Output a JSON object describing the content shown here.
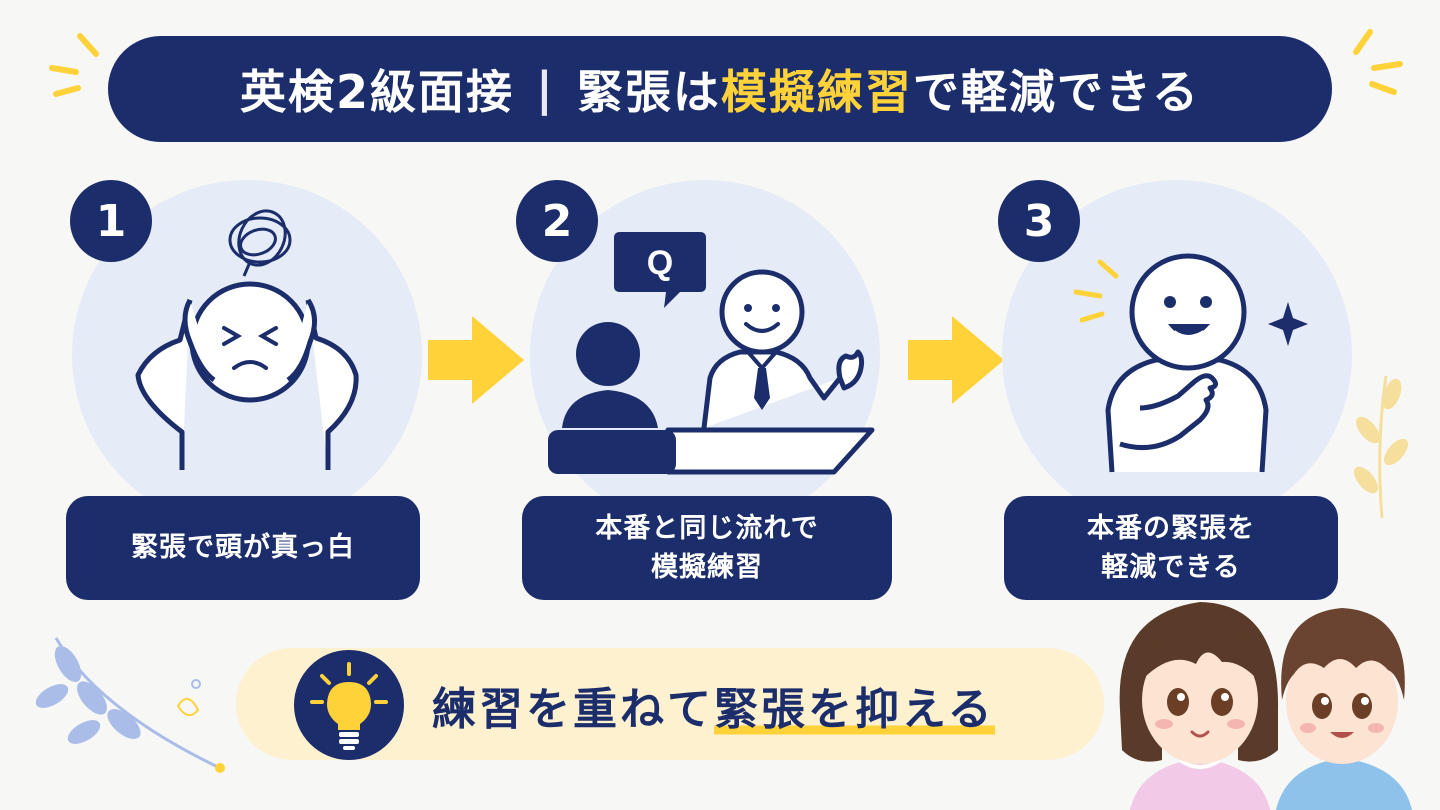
{
  "title": {
    "prefix": "英検2級面接",
    "separator": "|",
    "middle": "緊張は",
    "highlight": "模擬練習",
    "suffix": "で軽減できる"
  },
  "steps": [
    {
      "number": "1",
      "label": "緊張で頭が真っ白"
    },
    {
      "number": "2",
      "label": "本番と同じ流れで\n模擬練習",
      "bubble": "Q"
    },
    {
      "number": "3",
      "label": "本番の緊張を\n軽減できる"
    }
  ],
  "tip": {
    "lead": "練習を重ねて",
    "underlined": "緊張を抑える",
    "icon": "lightbulb-icon"
  },
  "colors": {
    "navy": "#1c2d6b",
    "yellow": "#ffd23a",
    "circle": "#e6ecf7",
    "tip_bg": "#fdf1cf"
  }
}
